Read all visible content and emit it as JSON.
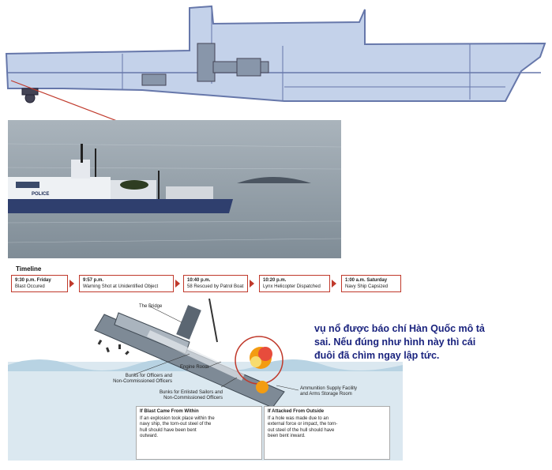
{
  "timeline": {
    "title": "Timeline",
    "events": [
      {
        "time": "9:30 p.m. Friday",
        "text": "Blast Occured"
      },
      {
        "time": "9:57 p.m.",
        "text": "Warning Shot at Unidentified Object"
      },
      {
        "time": "10:40 p.m.",
        "text": "58 Rescued by Patrol Boat"
      },
      {
        "time": "10:20 p.m.",
        "text": "Lynx Helicopter Dispatched"
      },
      {
        "time": "1:00 a.m. Saturday",
        "text": "Navy Ship Capsized"
      }
    ]
  },
  "labels": {
    "bridge": "The Bridge",
    "engine_room": "Engine Room",
    "bunks_officers_1": "Bunks for Officers and",
    "bunks_officers_2": "Non-Commissioned Officers",
    "bunks_enlisted_1": "Bunks for Enlisted Sailors and",
    "bunks_enlisted_2": "Non-Commissioned Officers",
    "ammo_1": "Ammunition Supply Facility",
    "ammo_2": "and Arms Storage Room"
  },
  "callouts": [
    {
      "heading": "If Blast Came From Within",
      "text": "If an explosion took place within the navy ship, the torn-out steel of the hull should have been bent outward."
    },
    {
      "heading": "If Attacked From Outside",
      "text": "If a hole was made due to an external force or impact, the torn-out steel of the hull should have been bent inward."
    }
  ],
  "photo": {
    "hull_text": "POLICE"
  },
  "note": "vụ nổ được báo chí Hàn Quốc mô tả sai. Nếu đúng như hình này thì cái đuôi đã chìm ngay lập tức.",
  "colors": {
    "hull_fill": "#c4d2ea",
    "hull_stroke": "#5566aa",
    "accent_red": "#c0392b",
    "note_blue": "#1a237e"
  }
}
